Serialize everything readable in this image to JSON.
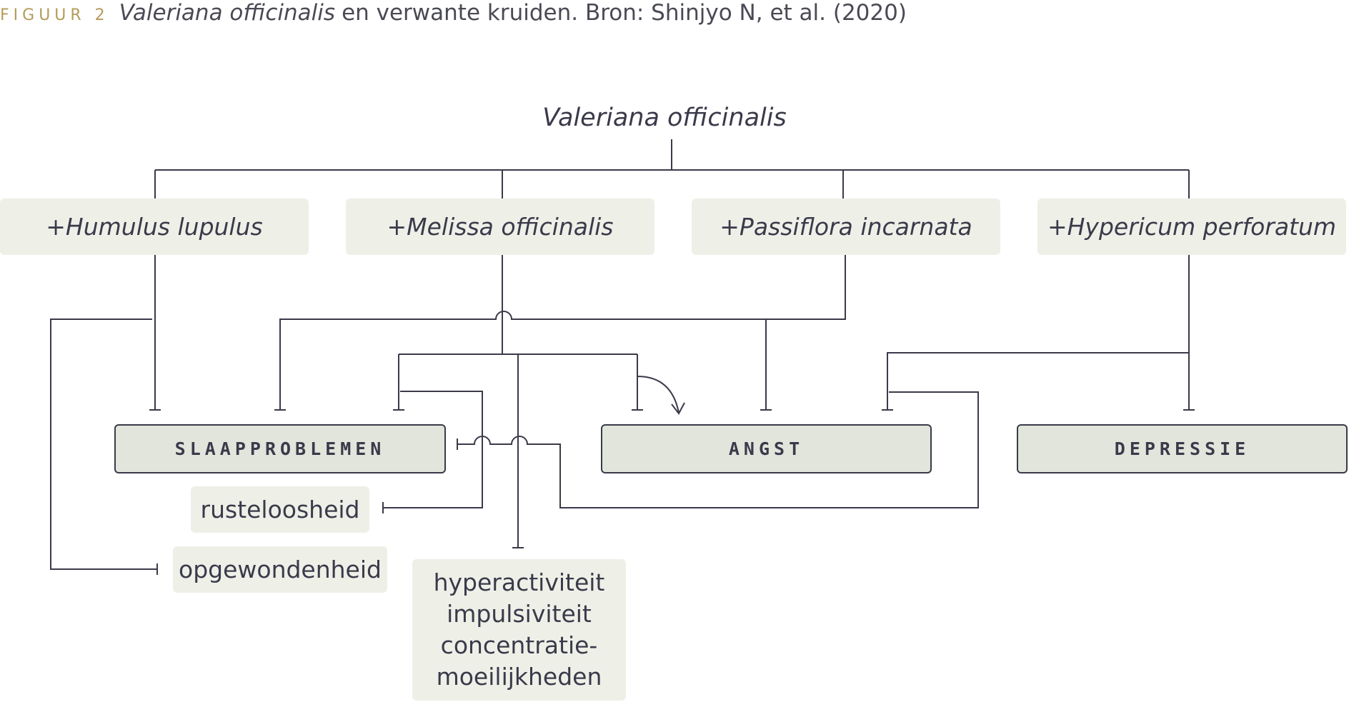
{
  "caption": {
    "label": "FIGUUR 2",
    "italic": "Valeriana officinalis",
    "rest": "en verwante kruiden. Bron: Shinjyo N, et al. (2020)"
  },
  "root": "Valeriana officinalis",
  "herbs": [
    "+Humulus lupulus",
    "+Melissa officinalis",
    "+Passiflora incarnata",
    "+Hypericum perforatum"
  ],
  "conditions": [
    "SLAAPPROBLEMEN",
    "ANGST",
    "DEPRESSIE"
  ],
  "symptoms": {
    "rusteloosheid": "rusteloosheid",
    "opgewondenheid": "opgewondenheid",
    "hyperactivity_lines": [
      "hyperactiviteit",
      "impulsiviteit",
      "concentratie-",
      "moeilijkheden"
    ]
  },
  "colors": {
    "herb_box": "#eef0e8",
    "condition_box": "#e1e5dc",
    "line": "#3a3a4a",
    "figure_label": "#b59b5a"
  }
}
